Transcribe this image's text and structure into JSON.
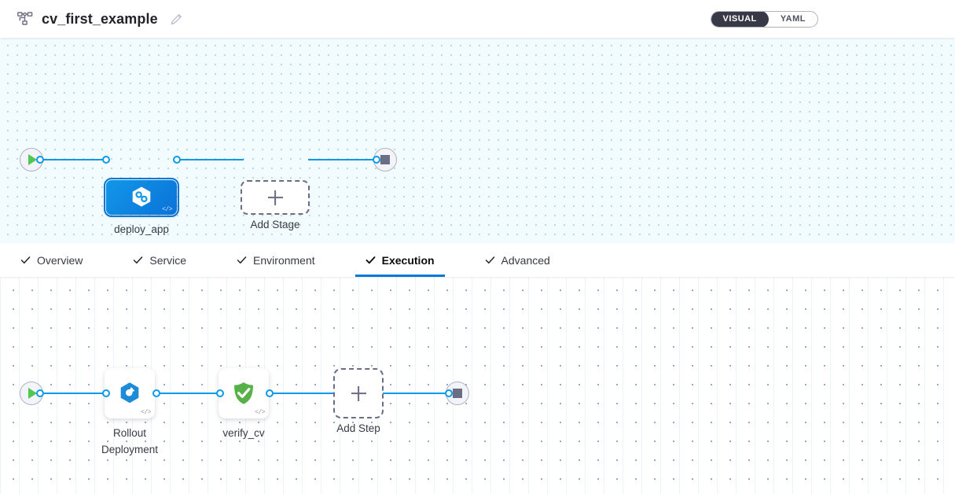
{
  "header": {
    "pipeline_icon": "pipeline-icon",
    "title": "cv_first_example",
    "edit_icon": "pencil-icon",
    "view_toggle": {
      "options": [
        "VISUAL",
        "YAML"
      ],
      "selected": "VISUAL"
    }
  },
  "stage_canvas": {
    "start_icon": "play-icon",
    "end_icon": "stop-icon",
    "nodes": [
      {
        "label": "deploy_app",
        "icon": "harness-cd-hexagon-icon",
        "code_badge": "</>",
        "selected": true
      }
    ],
    "add_stage": {
      "label": "Add Stage",
      "icon": "plus-icon"
    }
  },
  "tabs": [
    {
      "label": "Overview",
      "icon": "check-icon",
      "active": false
    },
    {
      "label": "Service",
      "icon": "check-icon",
      "active": false
    },
    {
      "label": "Environment",
      "icon": "check-icon",
      "active": false
    },
    {
      "label": "Execution",
      "icon": "check-icon",
      "active": true
    },
    {
      "label": "Advanced",
      "icon": "check-icon",
      "active": false
    }
  ],
  "execution_canvas": {
    "start_icon": "play-icon",
    "end_icon": "stop-icon",
    "steps": [
      {
        "label": "Rollout\nDeployment",
        "icon": "kubernetes-rollout-icon",
        "code_badge": "</>"
      },
      {
        "label": "verify_cv",
        "icon": "green-shield-check-icon",
        "code_badge": "</>"
      }
    ],
    "add_step": {
      "label": "Add Step",
      "icon": "plus-icon"
    }
  },
  "colors": {
    "accent_blue": "#0278d5",
    "link_blue": "#0a9ae8",
    "stage_blue": "#1197e8",
    "verify_green": "#56b149",
    "play_green": "#4dc952",
    "dark": "#383946",
    "canvas_top_bg": "#f2fbfe"
  }
}
